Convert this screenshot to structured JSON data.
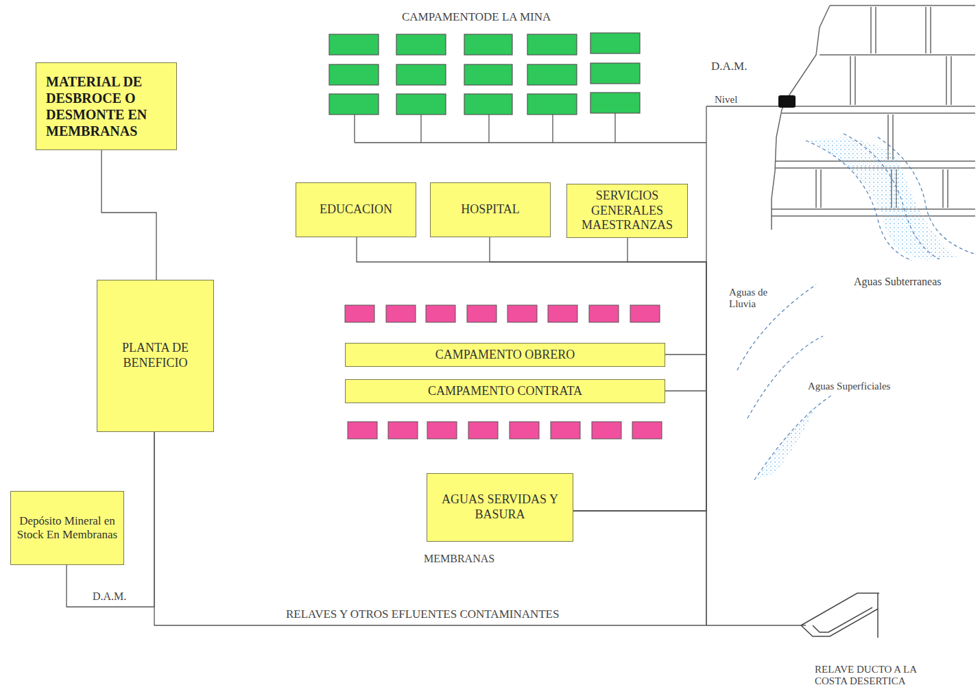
{
  "diagram": {
    "nodes": [
      {
        "text": [
          "MATERIAL DE DESBROCE O DESMONTE EN MEMBRANAS"
        ]
      },
      {
        "text": [
          "EDUCACION"
        ]
      },
      {
        "text": [
          "HOSPITAL"
        ]
      },
      {
        "text": [
          "SERVICIOS GENERALES MAESTRANZAS"
        ]
      },
      {
        "text": [
          "PLANTA DE BENEFICIO"
        ]
      },
      {
        "text": [
          "CAMPAMENTO OBRERO"
        ]
      },
      {
        "text": [
          "CAMPAMENTO CONTRATA"
        ]
      },
      {
        "text": [
          "AGUAS SERVIDAS Y BASURA"
        ]
      },
      {
        "text": [
          "Depósito Mineral en Stock En Membranas"
        ]
      }
    ],
    "edges": [
      {
        "from": 0,
        "to": 4,
        "arrow": "none"
      },
      {
        "from": 8,
        "to": 4,
        "arrow": "none"
      },
      {
        "from": 4,
        "to": 7,
        "label": "RELAVES Y OTROS EFLUENTES CONTAMINANTES",
        "arrow": "none"
      },
      {
        "from": 1,
        "to": 7,
        "arrow": "none"
      },
      {
        "from": 2,
        "to": 7,
        "arrow": "none"
      },
      {
        "from": 3,
        "to": 7,
        "arrow": "none"
      },
      {
        "from": 5,
        "to": 7,
        "arrow": "none"
      },
      {
        "from": 6,
        "to": 7,
        "arrow": "none"
      }
    ],
    "labels": [
      "CAMPAMENTODE LA MINA",
      "D.A.M.",
      "Nivel",
      "Aguas Subterraneas",
      "Aguas de Lluvia",
      "Aguas Superficiales",
      "MEMBRANAS",
      "D.A.M.",
      "RELAVE DUCTO A LA COSTA DESERTICA"
    ]
  }
}
